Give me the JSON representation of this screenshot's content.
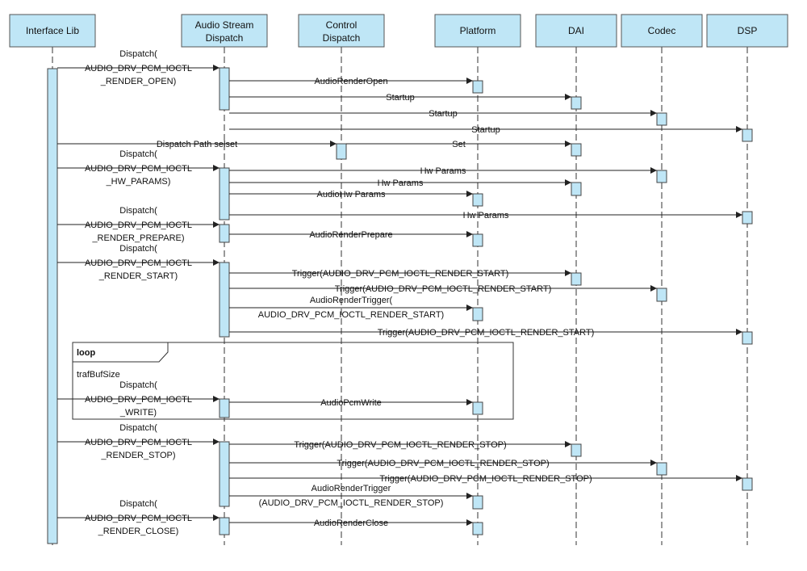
{
  "participants": [
    {
      "id": "interface",
      "label": [
        "Interface Lib"
      ]
    },
    {
      "id": "stream",
      "label": [
        "Audio Stream",
        "Dispatch"
      ]
    },
    {
      "id": "control",
      "label": [
        "Control",
        "Dispatch"
      ]
    },
    {
      "id": "platform",
      "label": [
        "Platform"
      ]
    },
    {
      "id": "dai",
      "label": [
        "DAI"
      ]
    },
    {
      "id": "codec",
      "label": [
        "Codec"
      ]
    },
    {
      "id": "dsp",
      "label": [
        "DSP"
      ]
    }
  ],
  "messages": [
    {
      "from": "interface",
      "to": "stream",
      "label": [
        "Dispatch(",
        "AUDIO_DRV_PCM_IOCTL",
        "_RENDER_OPEN)"
      ]
    },
    {
      "from": "stream",
      "to": "platform",
      "label": [
        "AudioRenderOpen"
      ]
    },
    {
      "from": "stream",
      "to": "dai",
      "label": [
        "Startup"
      ]
    },
    {
      "from": "stream",
      "to": "codec",
      "label": [
        "Startup"
      ]
    },
    {
      "from": "stream",
      "to": "dsp",
      "label": [
        "Startup"
      ]
    },
    {
      "from": "interface",
      "to": "control",
      "label": [
        "Dispatch Path selset"
      ]
    },
    {
      "from": "control",
      "to": "dai",
      "label": [
        "Set"
      ]
    },
    {
      "from": "interface",
      "to": "stream",
      "label": [
        "Dispatch(",
        "AUDIO_DRV_PCM_IOCTL",
        "_HW_PARAMS)"
      ]
    },
    {
      "from": "stream",
      "to": "codec",
      "label": [
        "Hw Params"
      ]
    },
    {
      "from": "stream",
      "to": "dai",
      "label": [
        "Hw Params"
      ]
    },
    {
      "from": "stream",
      "to": "platform",
      "label": [
        "AudioHw Params"
      ]
    },
    {
      "from": "stream",
      "to": "dsp",
      "label": [
        "Hw Params"
      ]
    },
    {
      "from": "interface",
      "to": "stream",
      "label": [
        "Dispatch(",
        "AUDIO_DRV_PCM_IOCTL",
        "_RENDER_PREPARE)"
      ]
    },
    {
      "from": "stream",
      "to": "platform",
      "label": [
        "AudioRenderPrepare"
      ]
    },
    {
      "from": "interface",
      "to": "stream",
      "label": [
        "Dispatch(",
        "AUDIO_DRV_PCM_IOCTL",
        "_RENDER_START)"
      ]
    },
    {
      "from": "stream",
      "to": "dai",
      "label": [
        "Trigger(AUDIO_DRV_PCM_IOCTL_RENDER_START)"
      ]
    },
    {
      "from": "stream",
      "to": "codec",
      "label": [
        "Trigger(AUDIO_DRV_PCM_IOCTL_RENDER_START)"
      ]
    },
    {
      "from": "stream",
      "to": "platform",
      "label": [
        "AudioRenderTrigger(",
        "AUDIO_DRV_PCM_IOCTL_RENDER_START)"
      ]
    },
    {
      "from": "stream",
      "to": "dsp",
      "label": [
        "Trigger(AUDIO_DRV_PCM_IOCTL_RENDER_START)"
      ]
    },
    {
      "from": "interface",
      "to": "stream",
      "label": [
        "Dispatch(",
        "AUDIO_DRV_PCM_IOCTL",
        "_WRITE)"
      ]
    },
    {
      "from": "stream",
      "to": "platform",
      "label": [
        "AudioPcmWrite"
      ]
    },
    {
      "from": "interface",
      "to": "stream",
      "label": [
        "Dispatch(",
        "AUDIO_DRV_PCM_IOCTL",
        "_RENDER_STOP)"
      ]
    },
    {
      "from": "stream",
      "to": "dai",
      "label": [
        "Trigger(AUDIO_DRV_PCM_IOCTL_RENDER_STOP)"
      ]
    },
    {
      "from": "stream",
      "to": "codec",
      "label": [
        "Trigger(AUDIO_DRV_PCM_IOCTL_RENDER_STOP)"
      ]
    },
    {
      "from": "stream",
      "to": "dsp",
      "label": [
        "Trigger(AUDIO_DRV_PCM_IOCTL_RENDER_STOP)"
      ]
    },
    {
      "from": "stream",
      "to": "platform",
      "label": [
        "AudioRenderTrigger",
        "(AUDIO_DRV_PCM_IOCTL_RENDER_STOP)"
      ]
    },
    {
      "from": "interface",
      "to": "stream",
      "label": [
        "Dispatch(",
        "AUDIO_DRV_PCM_IOCTL",
        "_RENDER_CLOSE)"
      ]
    },
    {
      "from": "stream",
      "to": "platform",
      "label": [
        "AudioRenderClose"
      ]
    }
  ],
  "fragments": [
    {
      "type": "loop",
      "operator": "loop",
      "condition": "trafBufSize"
    }
  ],
  "colors": {
    "participant_fill": "#bfe6f6",
    "activation_fill": "#bfe6f6",
    "line": "#222222"
  }
}
